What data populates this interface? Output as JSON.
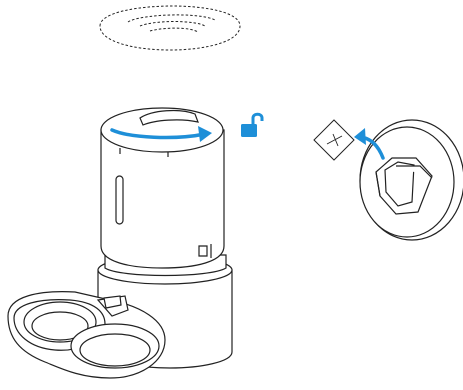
{
  "figure": {
    "kind": "assembly-instruction",
    "accent_color": "#1e8fd8",
    "line_color": "#222222",
    "parts": {
      "removed_lid": {
        "outline_style": "dashed",
        "icon": "lid-outline"
      },
      "feeder_body": {
        "icon": "pet-feeder-body"
      },
      "rotation_arrow": {
        "icon": "curved-right-arrow",
        "color": "#1e8fd8"
      },
      "unlock_symbol": {
        "icon": "open-padlock-icon",
        "color": "#1e8fd8"
      },
      "detail_view": {
        "icon": "lid-underside-with-desiccant-holder"
      },
      "desiccant_packet": {
        "icon": "desiccant-packet-icon"
      },
      "insert_arrow": {
        "icon": "curved-up-left-arrow",
        "color": "#1e8fd8"
      },
      "dual_bowls": {
        "icon": "double-bowl-tray"
      }
    }
  }
}
